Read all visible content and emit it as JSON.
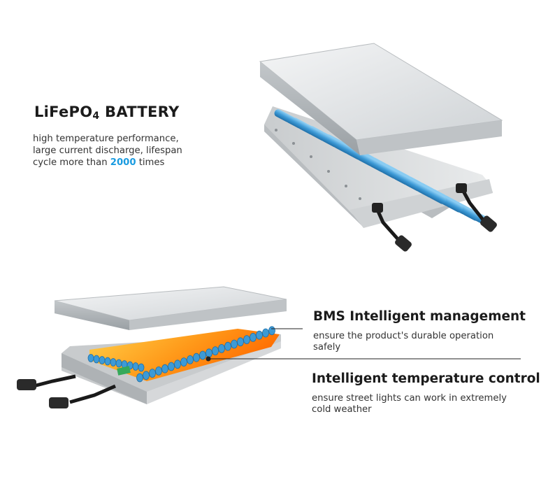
{
  "header": {
    "title_prefix": "LiFePO",
    "title_sub": "4",
    "title_suffix": " BATTERY",
    "desc_line1": "high temperature performance,",
    "desc_line2": "large current discharge, lifespan",
    "desc_line3_pre": "cycle more than ",
    "desc_line3_highlight": "2000",
    "desc_line3_post": " times"
  },
  "features": [
    {
      "title": "BMS Intelligent management",
      "desc_line1": "ensure the product's durable operation",
      "desc_line2": "safely"
    },
    {
      "title": "Intelligent temperature control",
      "desc_line1": "ensure street lights can work in extremely",
      "desc_line2": "cold weather"
    }
  ],
  "colors": {
    "highlight": "#1a9be0",
    "cell_blue": "#3d9ad6",
    "heat_orange": "#ff7a00",
    "heat_yellow": "#ffd24a",
    "metal": "#d9dcde"
  }
}
